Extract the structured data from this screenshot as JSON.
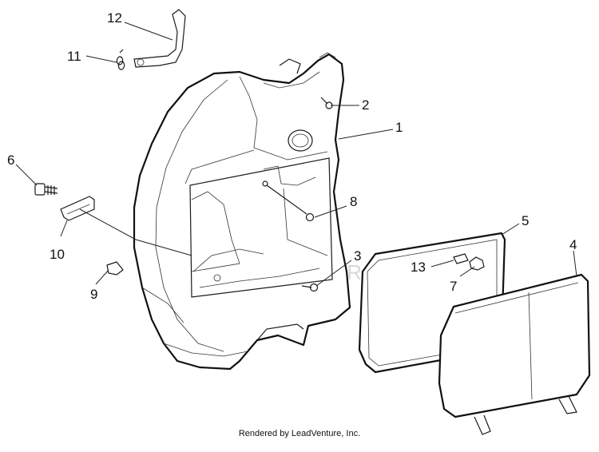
{
  "callouts": [
    {
      "id": "1",
      "text": "1"
    },
    {
      "id": "2",
      "text": "2"
    },
    {
      "id": "3",
      "text": "3"
    },
    {
      "id": "4",
      "text": "4"
    },
    {
      "id": "5",
      "text": "5"
    },
    {
      "id": "6",
      "text": "6"
    },
    {
      "id": "7",
      "text": "7"
    },
    {
      "id": "8",
      "text": "8"
    },
    {
      "id": "9",
      "text": "9"
    },
    {
      "id": "10",
      "text": "10"
    },
    {
      "id": "11",
      "text": "11"
    },
    {
      "id": "12",
      "text": "12"
    },
    {
      "id": "13",
      "text": "13"
    }
  ],
  "watermark": "ADVENTURE",
  "footer": "Rendered by LeadVenture, Inc.",
  "colors": {
    "line": "#1a1a1a",
    "background": "#ffffff",
    "watermark": "#d8d8d8"
  }
}
